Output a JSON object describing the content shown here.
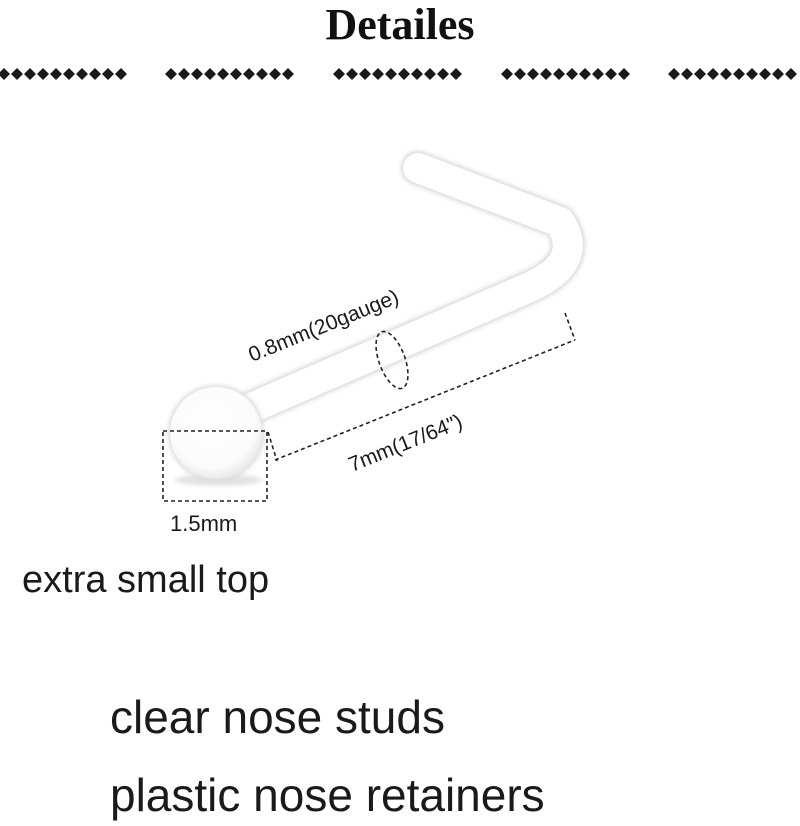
{
  "header": {
    "title": "Detailes"
  },
  "diagram": {
    "wire_diameter": "0.8mm(20gauge)",
    "stem_length": "7mm(17/64\")",
    "ball_size": "1.5mm"
  },
  "labels": {
    "top_type": "extra small top",
    "line1": "clear nose studs",
    "line2": "plastic nose retainers"
  },
  "colors": {
    "text": "#1a1a1a",
    "product": "#ffffff",
    "outline": "#e6e6e6"
  }
}
